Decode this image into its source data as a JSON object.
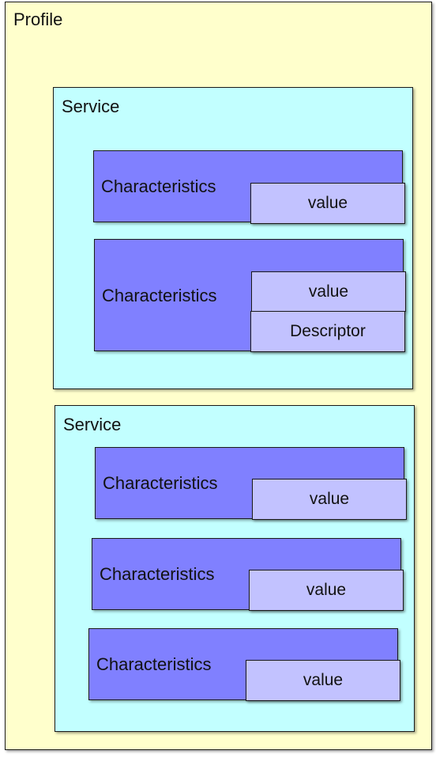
{
  "profile": {
    "label": "Profile"
  },
  "services": [
    {
      "label": "Service",
      "characteristics": [
        {
          "label": "Characteristics",
          "value": "value"
        },
        {
          "label": "Characteristics",
          "value": "value",
          "descriptor": "Descriptor"
        }
      ]
    },
    {
      "label": "Service",
      "characteristics": [
        {
          "label": "Characteristics",
          "value": "value"
        },
        {
          "label": "Characteristics",
          "value": "value"
        },
        {
          "label": "Characteristics",
          "value": "value"
        }
      ]
    }
  ],
  "colors": {
    "profile_fill": "#ffffcc",
    "service_fill": "#c2ffff",
    "characteristic_fill": "#8080ff",
    "value_fill": "#c2c2ff"
  }
}
